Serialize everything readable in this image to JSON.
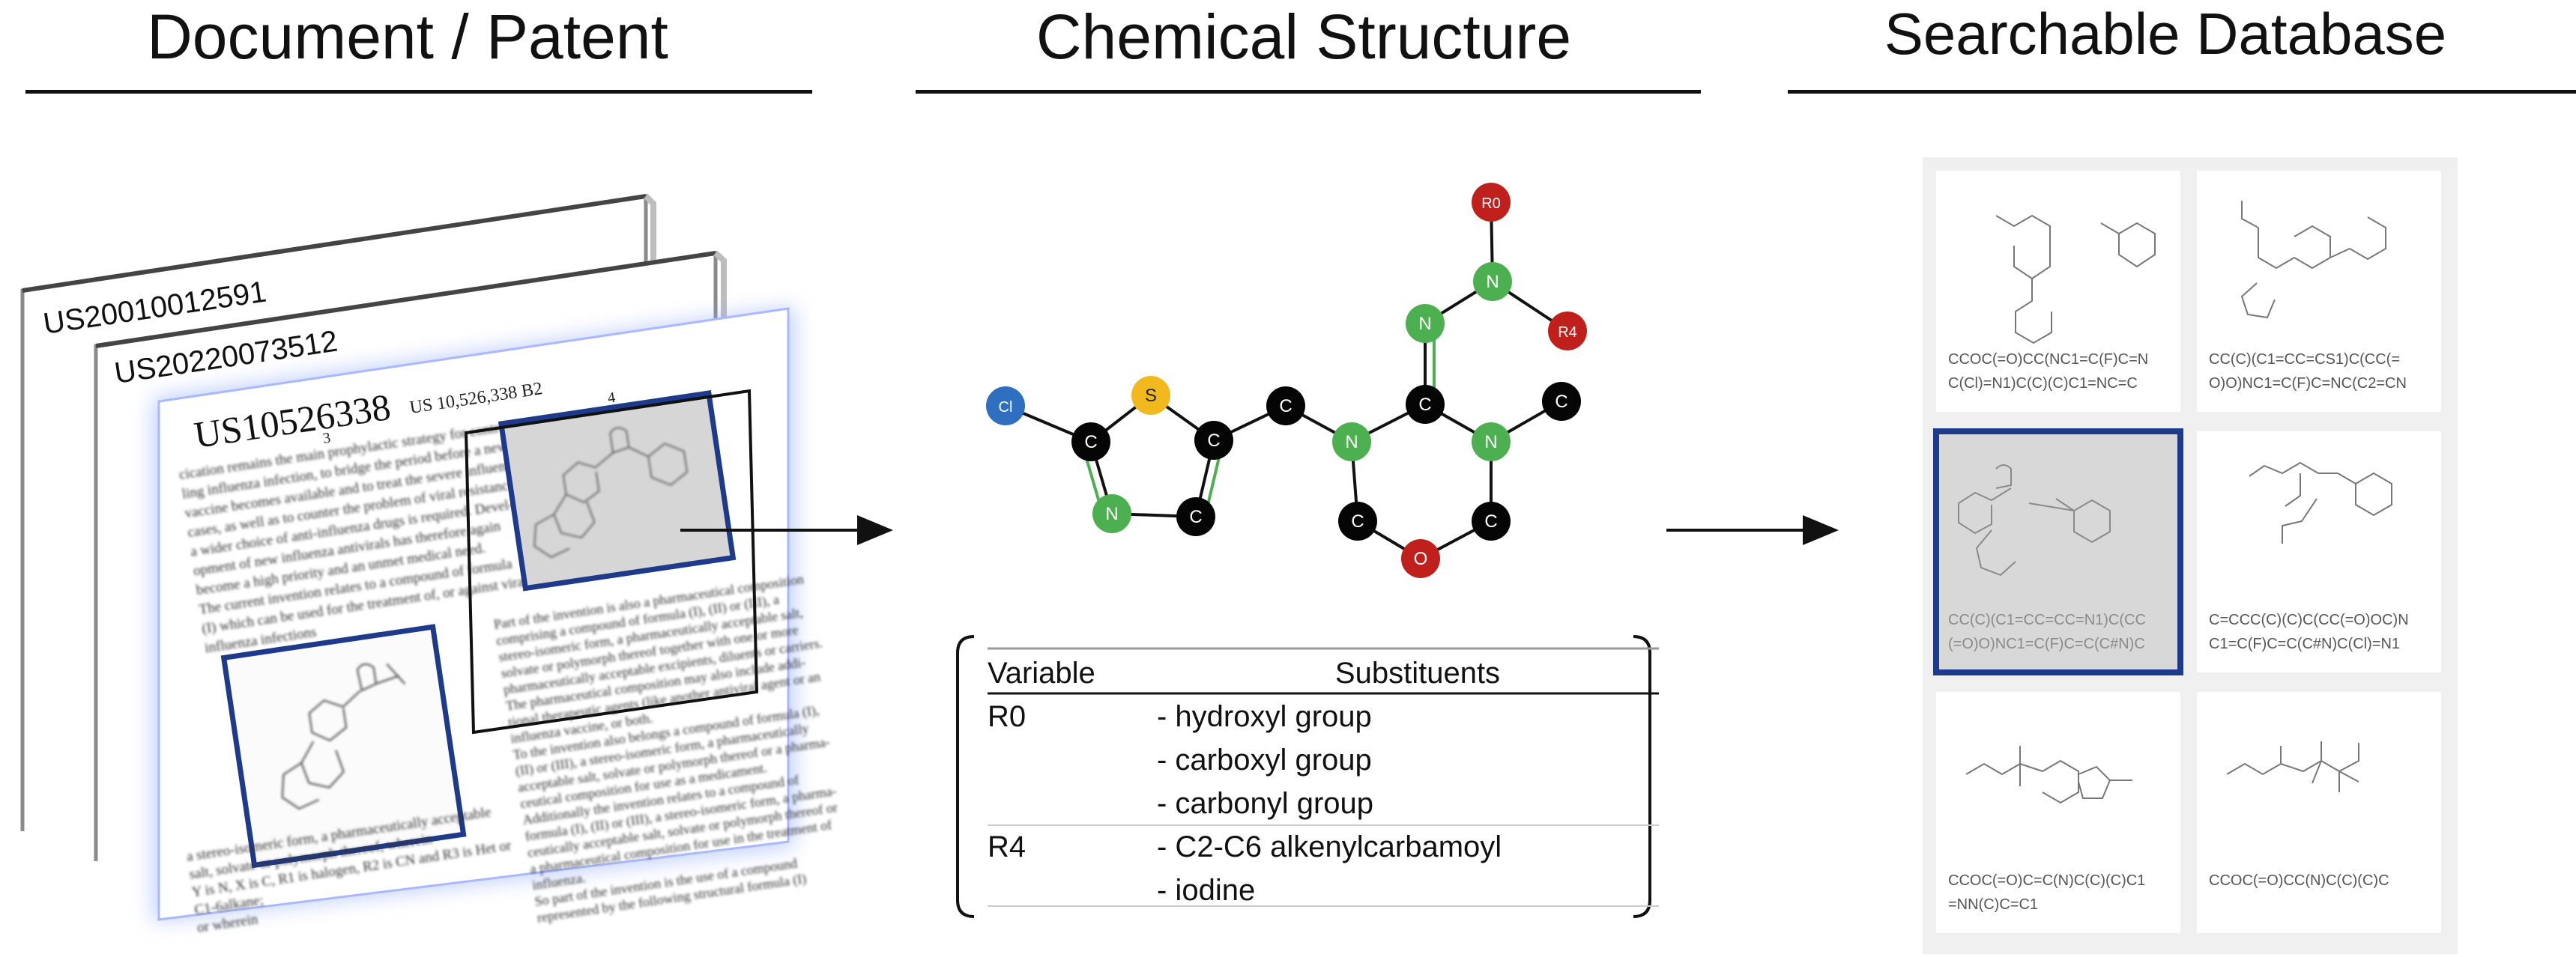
{
  "headings": {
    "document": "Document / Patent",
    "structure": "Chemical Structure",
    "database": "Searchable Database"
  },
  "documents": {
    "back_id": "US20010012591",
    "middle_id": "US20220073512",
    "front_id": "US10526338",
    "front_header": "US 10,526,338 B2",
    "page_left": "3",
    "page_right": "4",
    "col_left_text": [
      "cication remains the main prophylactic strategy for control-",
      "ling influenza infection, to bridge the period before a new",
      "vaccine becomes available and to treat the severe influenza",
      "cases, as well as to counter the problem of viral resistance,",
      "a wider choice of anti-influenza drugs is required. Devel-",
      "opment of new influenza antivirals has therefore again",
      "become a high priority and an unmet medical need.",
      "The current invention relates to a compound of formula",
      "(I) which can be used for the treatment of, or against viral",
      "influenza infections"
    ],
    "col_left_bottom_text": [
      "a stereo-isomeric form, a pharmaceutically acceptable",
      "salt, solvate or polymorph thereof, wherein",
      "Y is N, X is C, R1 is halogen, R2 is CN and R3 is Het or",
      "C1-6alkane;",
      "or wherein"
    ],
    "col_right_text": [
      "Part of the invention is also a pharmaceutical composition",
      "comprising a compound of formula (I), (II) or (III), a",
      "stereo-isomeric form, a pharmaceutically acceptable salt,",
      "solvate or polymorph thereof together with one or more",
      "pharmaceutically acceptable excipients, diluents or carriers.",
      "The pharmaceutical composition may also include addi-",
      "tional therapeutic agents (like another antiviral agent or an",
      "influenza vaccine, or both.",
      "To the invention also belongs a compound of formula (I),",
      "(II) or (III), a stereo-isomeric form, a pharmaceutically",
      "acceptable salt, solvate or polymorph thereof or a pharma-",
      "ceutical composition for use as a medicament.",
      "Additionally the invention relates to a compound of",
      "formula (I), (II) or (III), a stereo-isomeric form, a pharma-",
      "ceutically acceptable salt, solvate or polymorph thereof or",
      "a pharmaceutical composition for use in the treatment of",
      "influenza.",
      "So part of the invention is the use of a compound",
      "represented by the following structural formula (I)"
    ]
  },
  "markush": {
    "atoms": [
      {
        "id": "cl",
        "label": "Cl",
        "color": "#2e6fbf"
      },
      {
        "id": "c1",
        "label": "C",
        "color": "#050505"
      },
      {
        "id": "s",
        "label": "S",
        "color": "#f2b91e"
      },
      {
        "id": "c2",
        "label": "C",
        "color": "#050505"
      },
      {
        "id": "n1",
        "label": "N",
        "color": "#4caf50"
      },
      {
        "id": "c3",
        "label": "C",
        "color": "#050505"
      },
      {
        "id": "c4",
        "label": "C",
        "color": "#050505"
      },
      {
        "id": "n2",
        "label": "N",
        "color": "#4caf50"
      },
      {
        "id": "c5",
        "label": "C",
        "color": "#050505"
      },
      {
        "id": "n3",
        "label": "N",
        "color": "#4caf50"
      },
      {
        "id": "n4",
        "label": "N",
        "color": "#4caf50"
      },
      {
        "id": "r0",
        "label": "R0",
        "color": "#c0201c"
      },
      {
        "id": "r4",
        "label": "R4",
        "color": "#c0201c"
      },
      {
        "id": "n5",
        "label": "N",
        "color": "#4caf50"
      },
      {
        "id": "c6",
        "label": "C",
        "color": "#050505"
      },
      {
        "id": "c7",
        "label": "C",
        "color": "#050505"
      },
      {
        "id": "c8",
        "label": "C",
        "color": "#050505"
      },
      {
        "id": "o",
        "label": "O",
        "color": "#c0201c"
      }
    ]
  },
  "table": {
    "headers": [
      "Variable",
      "Substituents"
    ],
    "rows": [
      {
        "variable": "R0",
        "substituents": [
          "- hydroxyl group",
          "- carboxyl group",
          "- carbonyl group"
        ]
      },
      {
        "variable": "R4",
        "substituents": [
          "- C2-C6 alkenylcarbamoyl",
          "- iodine"
        ]
      }
    ]
  },
  "database": {
    "entries": [
      {
        "smiles": [
          "CCOC(=O)CC(NC1=C(F)C=N",
          "C(Cl)=N1)C(C)(C)C1=NC=C"
        ],
        "highlighted": false
      },
      {
        "smiles": [
          "CC(C)(C1=CC=CS1)C(CC(=",
          "O)O)NC1=C(F)C=NC(C2=CN"
        ],
        "highlighted": false
      },
      {
        "smiles": [
          "CC(C)(C1=CC=CC=N1)C(CC",
          "(=O)O)NC1=C(F)C=C(C#N)C"
        ],
        "highlighted": true
      },
      {
        "smiles": [
          "C=CCC(C)(C)C(CC(=O)OC)N",
          "C1=C(F)C=C(C#N)C(Cl)=N1"
        ],
        "highlighted": false
      },
      {
        "smiles": [
          "CCOC(=O)C=C(N)C(C)(C)C1",
          "=NN(C)C=C1"
        ],
        "highlighted": false
      },
      {
        "smiles": [
          "CCOC(=O)CC(N)C(C)(C)C"
        ],
        "highlighted": false
      }
    ],
    "highlight_color": "#1e3a8a"
  }
}
